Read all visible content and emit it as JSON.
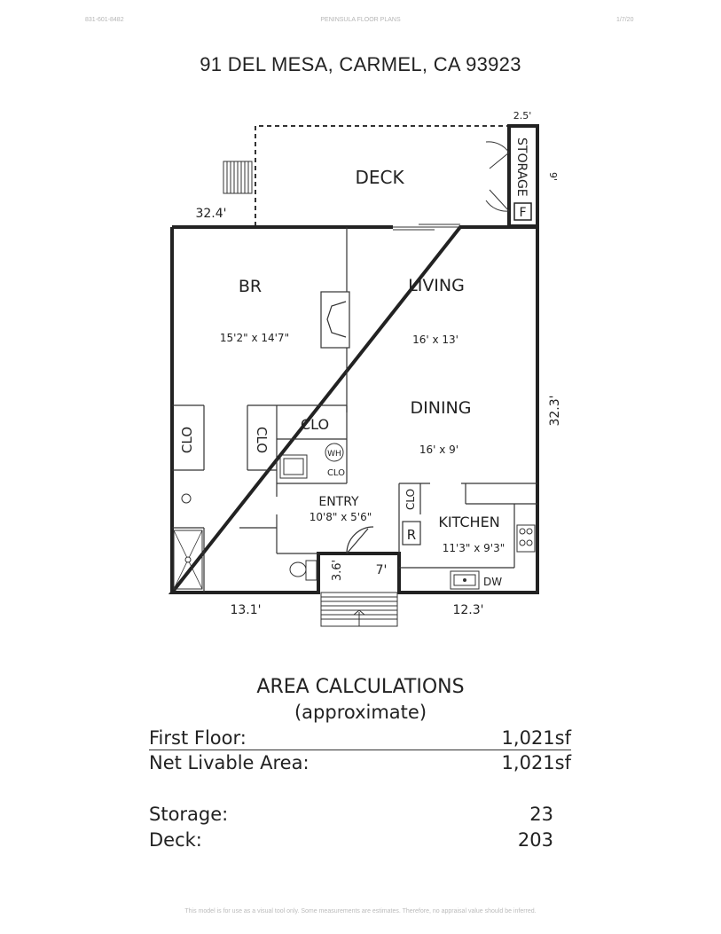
{
  "header": {
    "phone": "831-601-8482",
    "company": "PENINSULA FLOOR PLANS",
    "date": "1/7/20"
  },
  "title": "91 DEL MESA, CARMEL, CA  93923",
  "plan": {
    "rooms": {
      "deck": "DECK",
      "storage": "STORAGE",
      "br": {
        "name": "BR",
        "size": "15'2\" x 14'7\""
      },
      "living": {
        "name": "LIVING",
        "size": "16' x 13'"
      },
      "dining": {
        "name": "DINING",
        "size": "16' x 9'"
      },
      "entry": {
        "name": "ENTRY",
        "size": "10'8\" x 5'6\""
      },
      "kitchen": {
        "name": "KITCHEN",
        "size": "11'3\" x 9'3\""
      },
      "clo_top": "CLO",
      "clo_left": "CLO",
      "clo_mid": "CLO",
      "clo_wh": "CLO",
      "clo_kitchen": "CLO"
    },
    "fixtures": {
      "furnace": "F",
      "water_heater": "WH",
      "refrigerator": "R",
      "dishwasher": "DW"
    },
    "dimensions": {
      "storage_width": "2.5'",
      "storage_depth": "9'",
      "deck_width": "32.4'",
      "house_depth": "32.3'",
      "bottom_left": "13.1'",
      "bottom_right": "12.3'",
      "porch_depth": "3.6'",
      "porch_width": "7'"
    }
  },
  "area_calculations": {
    "title": "AREA CALCULATIONS",
    "subtitle": "(approximate)",
    "rows": [
      {
        "label": "First  Floor:",
        "value": "1,021sf"
      },
      {
        "label": "Net Livable Area:",
        "value": "1,021sf"
      }
    ],
    "extras": [
      {
        "label": "Storage:",
        "value": "23"
      },
      {
        "label": "Deck:",
        "value": "203"
      }
    ]
  },
  "footer": "This model is for use as a visual tool only.  Some measurements are estimates.  Therefore, no appraisal value should be inferred."
}
